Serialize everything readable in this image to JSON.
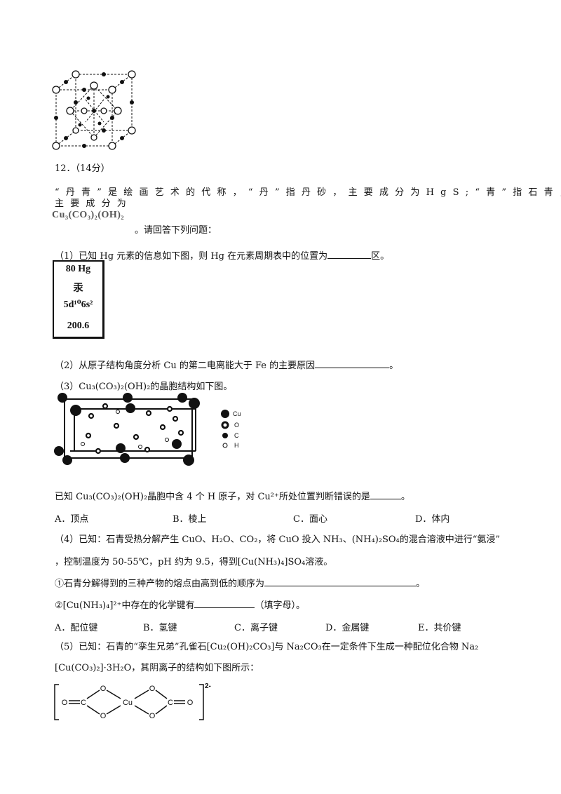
{
  "question": {
    "number": "12．（14分）",
    "intro_line1": "“丹青”是绘画艺术的代称，“丹”指丹砂，主要成分为HgS;“青”指石青，",
    "intro_line2": "主要成分为",
    "formula_image_text": "Cu₃(CO₃)₂(OH)₂",
    "intro_line3": "。请回答下列问题："
  },
  "part1": {
    "prompt_before": "（1）已知 Hg 元素的信息如下图，则 Hg 在元素周期表中的位置为",
    "prompt_after": "区。",
    "element_card": {
      "number_symbol": "80  Hg",
      "name": "汞",
      "config": "5d¹⁰6s²",
      "mass": "200.6"
    }
  },
  "part2": {
    "prompt_before": "（2）从原子结构角度分析 Cu 的第二电离能大于 Fe 的主要原因",
    "prompt_after": "。"
  },
  "part3": {
    "caption": "（3）Cu₃(CO₃)₂(OH)₂的晶胞结构如下图。",
    "legend": [
      "Cu",
      "O",
      "C",
      "H"
    ],
    "question_before": "已知 Cu₃(CO₃)₂(OH)₂晶胞中含 4 个 H 原子，对 Cu²⁺所处位置判断错误的是",
    "question_after": "。",
    "options": [
      "A．顶点",
      "B．棱上",
      "C．面心",
      "D．体内"
    ]
  },
  "part4": {
    "line1": "（4）已知：石青受热分解产生 CuO、H₂O、CO₂，将 CuO 投入 NH₃、(NH₄)₂SO₄的混合溶液中进行“氨浸”",
    "line2": "，控制温度为 50-55℃，pH 约为 9.5，得到[Cu(NH₃)₄]SO₄溶液。",
    "sub1_before": "①石青分解得到的三种产物的熔点由高到低的顺序为",
    "sub1_after": "。",
    "sub2_before": "②[Cu(NH₃)₄]²⁺中存在的化学键有",
    "sub2_after": "（填字母）。",
    "options": [
      "A．配位键",
      "B．氢键",
      "C．离子键",
      "D．金属键",
      "E．共价键"
    ]
  },
  "part5": {
    "line1": "（5）已知：石青的“孪生兄弟”孔雀石[Cu₂(OH)₂CO₃]与 Na₂CO₃在一定条件下生成一种配位化合物 Na₂",
    "line2": "[Cu(CO₃)₂]·3H₂O，其阴离子的结构如下图所示：",
    "anion_charge": "2-",
    "anion_labels": {
      "o_left": "O",
      "c_left": "C",
      "cu": "Cu",
      "c_right": "C",
      "o_right": "O",
      "o_ring": "O"
    }
  }
}
